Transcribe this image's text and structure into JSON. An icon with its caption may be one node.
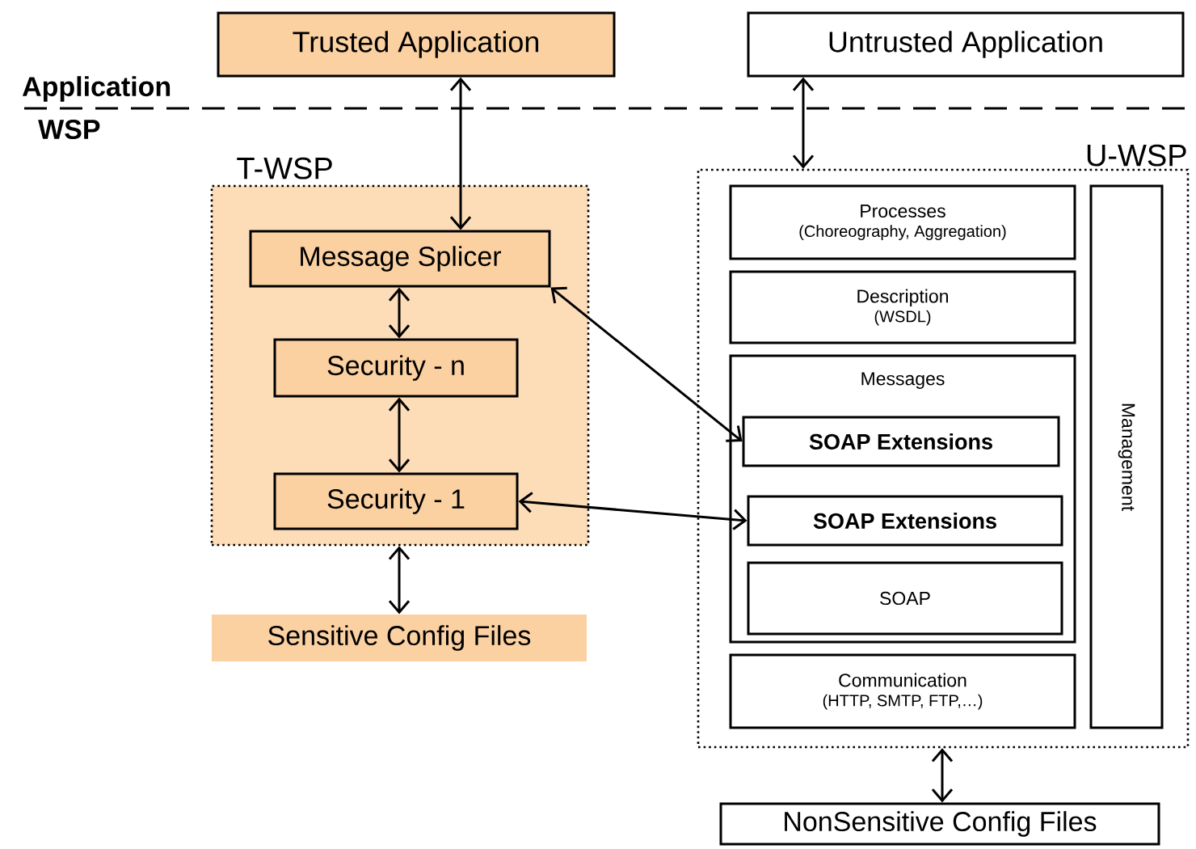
{
  "diagram": {
    "nodes": [
      {
        "text": [
          "Trusted Application"
        ]
      },
      {
        "text": [
          "Untrusted Application"
        ]
      },
      {
        "text": [
          "T-WSP"
        ]
      },
      {
        "text": [
          "Message Splicer"
        ],
        "in": 2
      },
      {
        "text": [
          "Security - n"
        ],
        "in": 2
      },
      {
        "text": [
          "Security - 1"
        ],
        "in": 2
      },
      {
        "text": [
          "Sensitive Config Files"
        ]
      },
      {
        "text": [
          "U-WSP"
        ]
      },
      {
        "text": [
          "Processes",
          "(Choreography, Aggregation)"
        ],
        "in": 7
      },
      {
        "text": [
          "Description",
          "(WSDL)"
        ],
        "in": 7
      },
      {
        "text": [
          "Messages"
        ],
        "in": 7
      },
      {
        "text": [
          "SOAP Extensions"
        ],
        "in": 10
      },
      {
        "text": [
          "SOAP Extensions"
        ],
        "in": 10
      },
      {
        "text": [
          "SOAP"
        ],
        "in": 10
      },
      {
        "text": [
          "Communication",
          "(HTTP, SMTP, FTP,…)"
        ],
        "in": 7
      },
      {
        "text": [
          "Management"
        ],
        "in": 7
      },
      {
        "text": [
          "NonSensitive Config Files"
        ]
      }
    ],
    "edges": [
      {
        "from": 0,
        "to": 3,
        "arrow": "both"
      },
      {
        "from": 1,
        "to": 7,
        "arrow": "both"
      },
      {
        "from": 3,
        "to": 4,
        "arrow": "both"
      },
      {
        "from": 4,
        "to": 5,
        "arrow": "both"
      },
      {
        "from": 2,
        "to": 6,
        "arrow": "both"
      },
      {
        "from": 3,
        "to": 11,
        "arrow": "both"
      },
      {
        "from": 5,
        "to": 12,
        "arrow": "both"
      },
      {
        "from": 7,
        "to": 16,
        "arrow": "both"
      }
    ],
    "labels": [
      "Application",
      "WSP"
    ]
  }
}
